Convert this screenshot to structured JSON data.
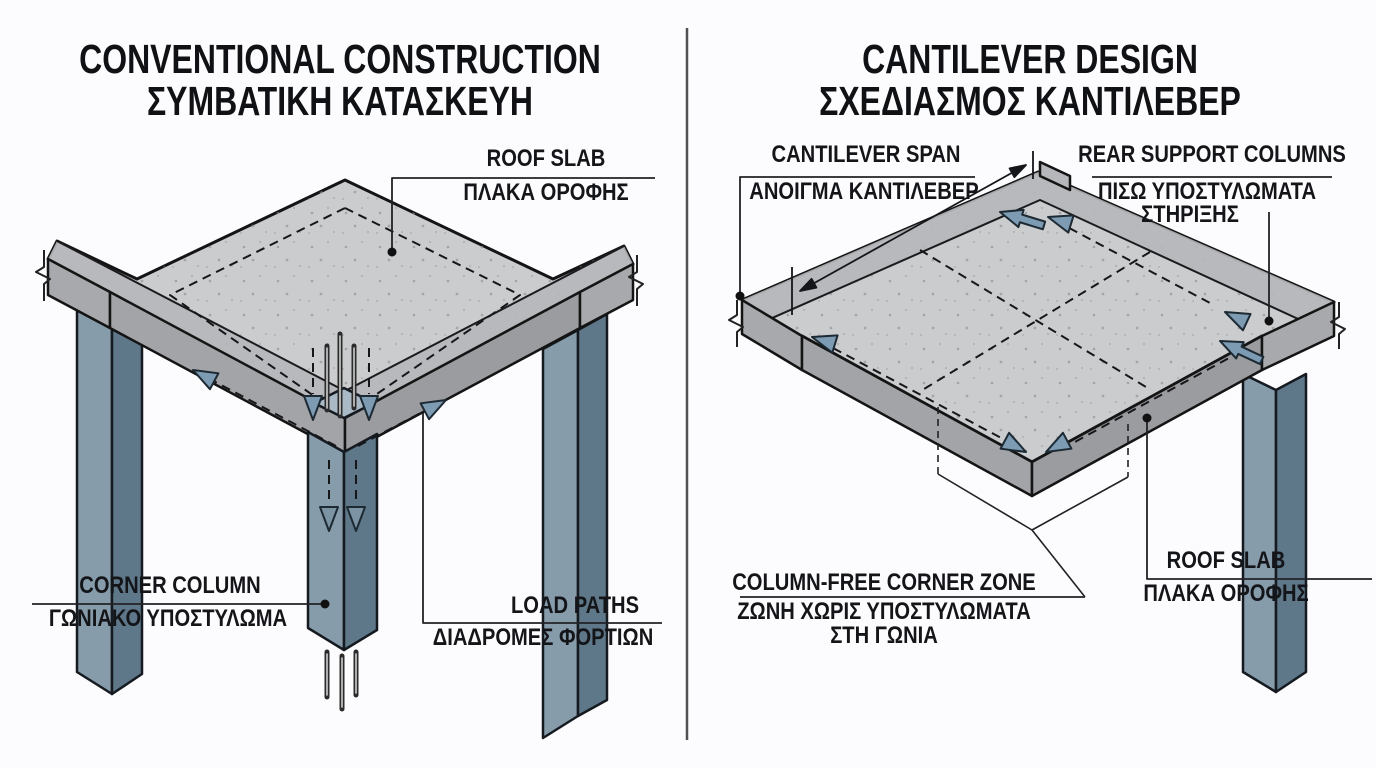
{
  "left_panel": {
    "title_en": "CONVENTIONAL CONSTRUCTION",
    "title_el": "ΣΥΜΒΑΤΙΚΗ ΚΑΤΑΣΚΕΥΗ",
    "labels": {
      "roof_slab_en": "ROOF SLAB",
      "roof_slab_el": "ΠΛΑΚΑ ΟΡΟΦΗΣ",
      "corner_column_en": "CORNER COLUMN",
      "corner_column_el": "ΓΩΝΙΑΚΟ ΥΠΟΣΤΥΛΩΜΑ",
      "load_paths_en": "LOAD PATHS",
      "load_paths_el": "ΔΙΑΔΡΟΜΕΣ ΦΟΡΤΙΩΝ"
    }
  },
  "right_panel": {
    "title_en": "CANTILEVER DESIGN",
    "title_el": "ΣΧΕΔΙΑΣΜΟΣ ΚΑΝΤΙΛΕΒΕΡ",
    "labels": {
      "cantilever_span_en": "CANTILEVER SPAN",
      "cantilever_span_el": "ΑΝΟΙΓΜΑ ΚΑΝΤΙΛΕΒΕΡ",
      "rear_support_columns_en": "REAR SUPPORT COLUMNS",
      "rear_support_columns_el_line1": "ΠΙΣΩ ΥΠΟΣΤΥΛΩΜΑΤΑ",
      "rear_support_columns_el_line2": "ΣΤΗΡΙΞΗΣ",
      "column_free_zone_en": "COLUMN-FREE CORNER ZONE",
      "column_free_zone_el_line1": "ΖΩΝΗ ΧΩΡΙΣ ΥΠΟΣΤΥΛΩΜΑΤΑ",
      "column_free_zone_el_line2": "ΣΤΗ ΓΩΝΙΑ",
      "roof_slab_en": "ROOF SLAB",
      "roof_slab_el": "ΠΛΑΚΑ ΟΡΟΦΗΣ"
    }
  },
  "colors": {
    "background": "#fcfbfd",
    "slab_top": "#cbccce",
    "slab_band": "#b6b7ba",
    "slab_face_light": "#a8a9ac",
    "slab_face_mid": "#a3a4a7",
    "slab_face_dark": "#9b9ca0",
    "column_face_light": "#879cab",
    "column_face_dark": "#5f7889",
    "column_top": "#a9bac6",
    "arrow_fill": "#7d9bb3",
    "outline": "#17181b",
    "divider": "#505055"
  }
}
